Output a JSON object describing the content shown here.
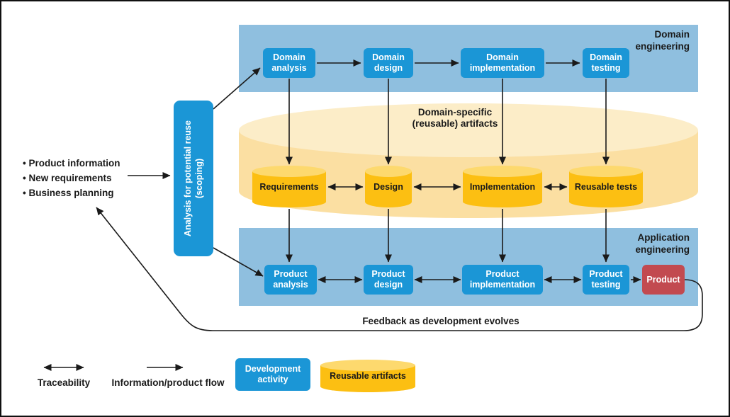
{
  "inputs": {
    "items": [
      "Product information",
      "New requirements",
      "Business planning"
    ]
  },
  "scoping_box": {
    "line1": "Analysis for potential reuse",
    "line2": "(scoping)"
  },
  "domain_engineering": {
    "band_label": "Domain engineering",
    "boxes": [
      {
        "label": "Domain analysis"
      },
      {
        "label": "Domain design"
      },
      {
        "label": "Domain implementation"
      },
      {
        "label": "Domain testing"
      }
    ]
  },
  "artifacts": {
    "title": "Domain-specific (reusable) artifacts",
    "cylinders": [
      {
        "label": "Requirements"
      },
      {
        "label": "Design"
      },
      {
        "label": "Implementation"
      },
      {
        "label": "Reusable tests"
      }
    ]
  },
  "application_engineering": {
    "band_label": "Application engineering",
    "boxes": [
      {
        "label": "Product analysis"
      },
      {
        "label": "Product design"
      },
      {
        "label": "Product implementation"
      },
      {
        "label": "Product testing"
      }
    ],
    "product": {
      "label": "Product"
    }
  },
  "feedback": {
    "label": "Feedback as development evolves"
  },
  "legend": {
    "traceability": "Traceability",
    "information_flow": "Information/product flow",
    "development_activity": "Development activity",
    "reusable_artifacts": "Reusable artifacts"
  },
  "colors": {
    "band_blue": "#8FBFDF",
    "activity_blue": "#1B96D6",
    "artifact_gold": "#FCBF12",
    "artifact_gold_light": "#FDD96E",
    "repository_cream": "#FBDFA2",
    "repository_cream_light": "#FCEDC8",
    "product_red": "#C24A50",
    "arrow_black": "#1a1a1a"
  }
}
